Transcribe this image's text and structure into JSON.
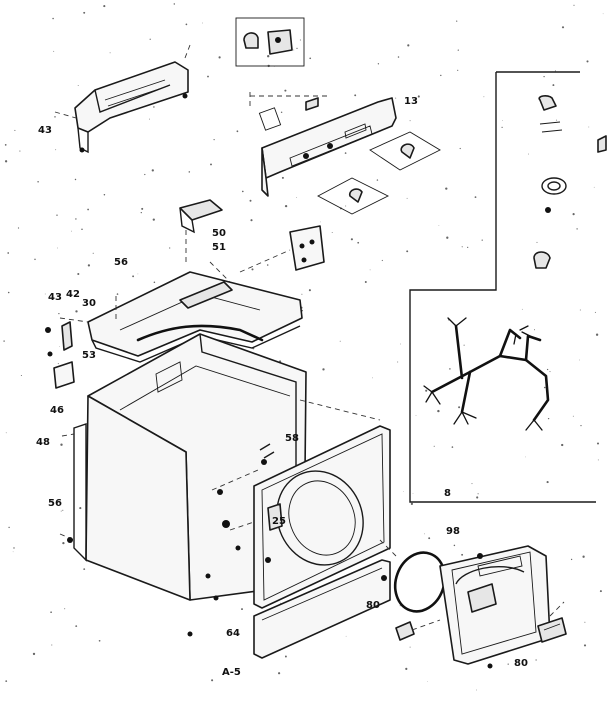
{
  "diagram": {
    "callouts": {
      "c43_left": "43",
      "c13": "13",
      "c50": "50",
      "c51": "51",
      "c56_top": "56",
      "c43_mid": "43",
      "c42": "42",
      "c30": "30",
      "c53": "53",
      "c46": "46",
      "c48": "48",
      "c58": "58",
      "c56_bottom": "56",
      "c25": "25",
      "c98": "98",
      "c80_mid": "80",
      "c80_bottom": "80",
      "c8": "8",
      "c64": "64",
      "fig_label": "A-5"
    },
    "colors": {
      "ink": "#1a1a1a",
      "paper": "#ffffff"
    }
  }
}
